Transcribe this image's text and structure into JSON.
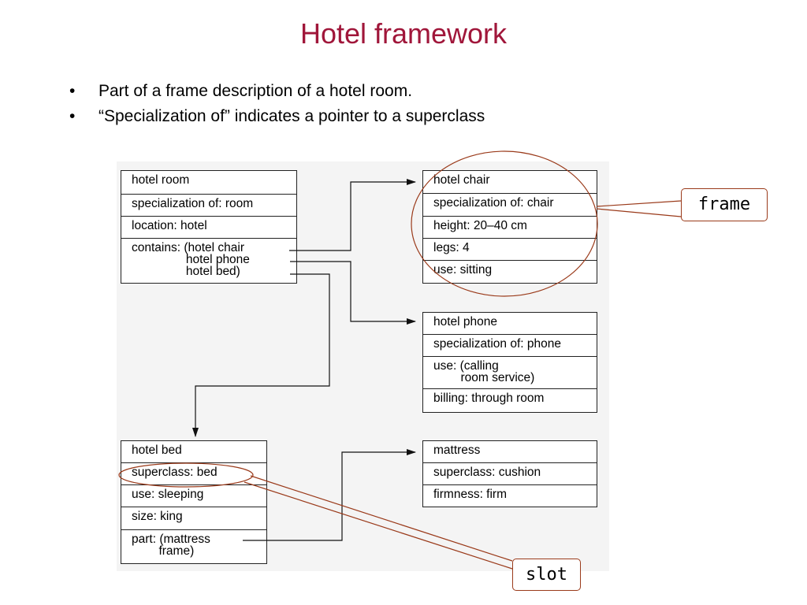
{
  "title": "Hotel framework",
  "bullets": [
    "Part of a frame description of a hotel room.",
    "“Specialization of” indicates a pointer to a superclass"
  ],
  "frames": {
    "hotel_room": [
      "hotel room",
      "specialization of: room",
      "location: hotel",
      "contains: (hotel chair\n                hotel phone\n                hotel bed)"
    ],
    "hotel_chair": [
      "hotel chair",
      "specialization of: chair",
      "height: 20–40 cm",
      "legs: 4",
      "use: sitting"
    ],
    "hotel_phone": [
      "hotel phone",
      "specialization of: phone",
      "use: (calling\n        room service)",
      "billing: through room"
    ],
    "hotel_bed": [
      "hotel bed",
      "superclass: bed",
      "use: sleeping",
      "size: king",
      "part: (mattress\n        frame)"
    ],
    "mattress": [
      "mattress",
      "superclass: cushion",
      "firmness: firm"
    ]
  },
  "callouts": {
    "frame": "frame",
    "slot": "slot"
  },
  "colors": {
    "title": "#a0163a",
    "callout_line": "#9a3a1a"
  }
}
